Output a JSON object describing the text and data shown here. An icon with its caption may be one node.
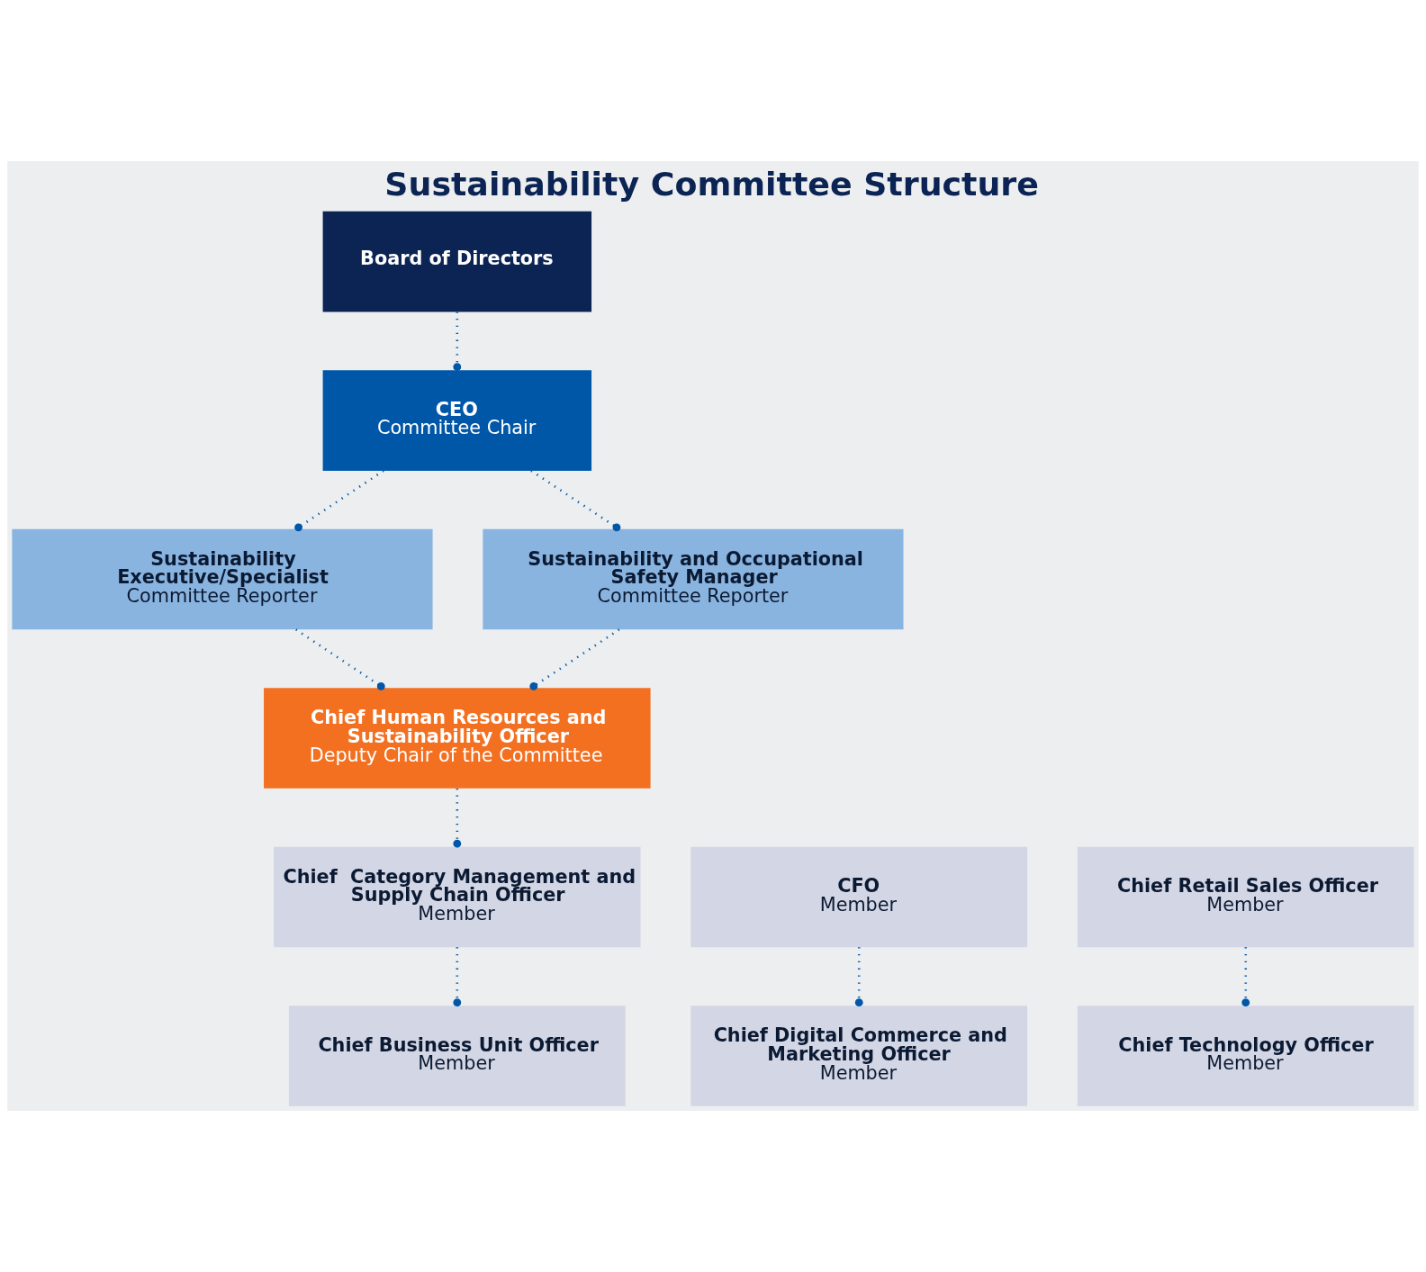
{
  "diagram": {
    "title": "Sustainability Committee Structure",
    "nodes": [
      {
        "text": [
          "Board of Directors"
        ]
      },
      {
        "text": [
          "CEO",
          "Committee Chair"
        ]
      },
      {
        "text": [
          "Sustainability Executive/Specialist",
          "Committee Reporter"
        ]
      },
      {
        "text": [
          "Sustainability and Occupational Safety Manager",
          "Committee Reporter"
        ]
      },
      {
        "text": [
          "Chief Human Resources and Sustainability Officer",
          "Deputy Chair of the Committee"
        ]
      },
      {
        "text": [
          "CFO",
          "Member"
        ]
      },
      {
        "text": [
          "Chief  Category Management and Supply Chain Officer",
          "Member"
        ]
      },
      {
        "text": [
          "Chief Retail Sales Officer",
          "Member"
        ]
      },
      {
        "text": [
          "Chief Digital Commerce and Marketing Officer",
          "Member"
        ]
      },
      {
        "text": [
          "Chief Business Unit Officer",
          "Member"
        ]
      },
      {
        "text": [
          "Chief Technology Officer",
          "Member"
        ]
      }
    ],
    "edges": [
      {
        "from": 0,
        "to": 1,
        "arrow": "other"
      },
      {
        "from": 1,
        "to": 2,
        "arrow": "other"
      },
      {
        "from": 1,
        "to": 3,
        "arrow": "other"
      },
      {
        "from": 2,
        "to": 4,
        "arrow": "other"
      },
      {
        "from": 3,
        "to": 4,
        "arrow": "other"
      },
      {
        "from": 4,
        "to": 6,
        "arrow": "other"
      },
      {
        "from": 5,
        "to": 8,
        "arrow": "other"
      },
      {
        "from": 6,
        "to": 9,
        "arrow": "other"
      },
      {
        "from": 7,
        "to": 10,
        "arrow": "other"
      }
    ]
  }
}
